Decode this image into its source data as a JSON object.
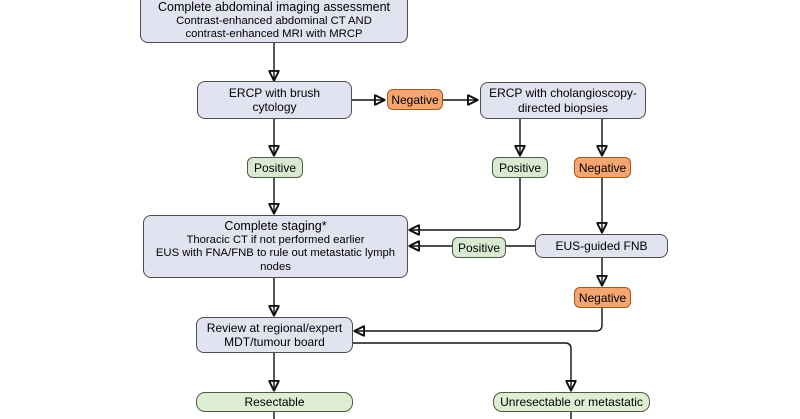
{
  "diagram": {
    "nodes": {
      "imaging": {
        "title": "Complete abdominal imaging assessment",
        "body": "Contrast-enhanced abdominal CT AND contrast-enhanced MRI with MRCP"
      },
      "ercp_brush": {
        "label": "ERCP with brush cytology"
      },
      "ercp_cholangioscopy": {
        "label": "ERCP with cholangioscopy-directed biopsies"
      },
      "complete_staging": {
        "title": "Complete staging*",
        "body_line1": "Thoracic CT if not performed earlier",
        "body_line2": "EUS with FNA/FNB to rule out metastatic lymph nodes"
      },
      "eus_fnb": {
        "label": "EUS-guided FNB"
      },
      "mdt_review": {
        "label": "Review at regional/expert MDT/tumour board"
      },
      "resectable": {
        "label": "Resectable"
      },
      "unresectable": {
        "label": "Unresectable or metastatic"
      }
    },
    "badges": {
      "brush_positive": {
        "label": "Positive"
      },
      "brush_negative": {
        "label": "Negative"
      },
      "cholangioscopy_positive": {
        "label": "Positive"
      },
      "cholangioscopy_negative": {
        "label": "Negative"
      },
      "fnb_positive": {
        "label": "Positive"
      },
      "fnb_negative": {
        "label": "Negative"
      }
    },
    "colors": {
      "process_box_fill": "#e2e3f0",
      "process_box_border": "#4d4d4d",
      "positive_fill": "#d9ead3",
      "positive_border": "#4f5b46",
      "negative_fill": "#f5a56f",
      "negative_border": "#a0581c",
      "outcome_fill": "#ddeed3",
      "connector": "#111111"
    }
  }
}
